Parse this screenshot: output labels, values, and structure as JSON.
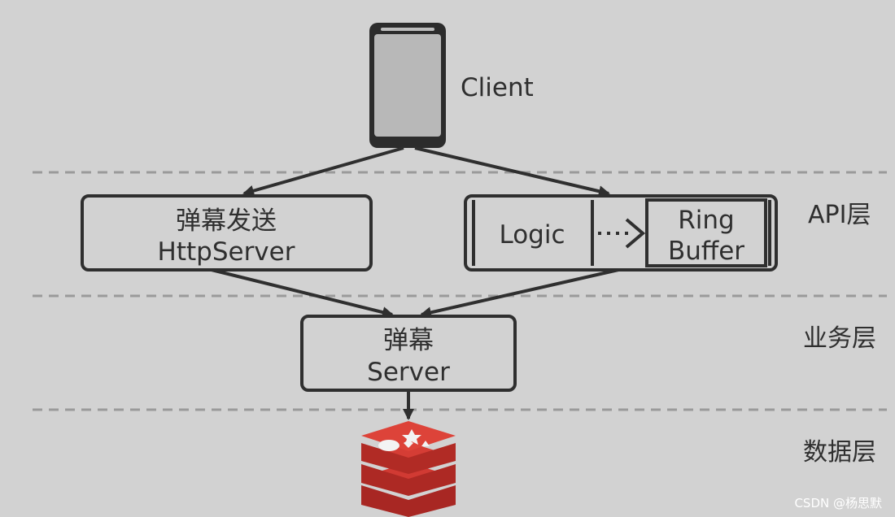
{
  "client": {
    "label": "Client"
  },
  "nodes": {
    "http_server": {
      "line1": "弹幕发送",
      "line2": "HttpServer"
    },
    "logic": {
      "label": "Logic"
    },
    "ring_buffer": {
      "line1": "Ring",
      "line2": "Buffer"
    },
    "danmaku_server": {
      "line1": "弹幕",
      "line2": "Server"
    }
  },
  "layers": {
    "api": "API层",
    "business": "业务层",
    "data": "数据层"
  },
  "icons": {
    "client": "phone-icon",
    "database": "redis-icon"
  },
  "colors": {
    "background": "#d2d2d2",
    "stroke": "#2f2f2f",
    "dashed": "#9a9a9a",
    "redis_red": "#c8312b"
  },
  "watermark": "CSDN @杨思默"
}
